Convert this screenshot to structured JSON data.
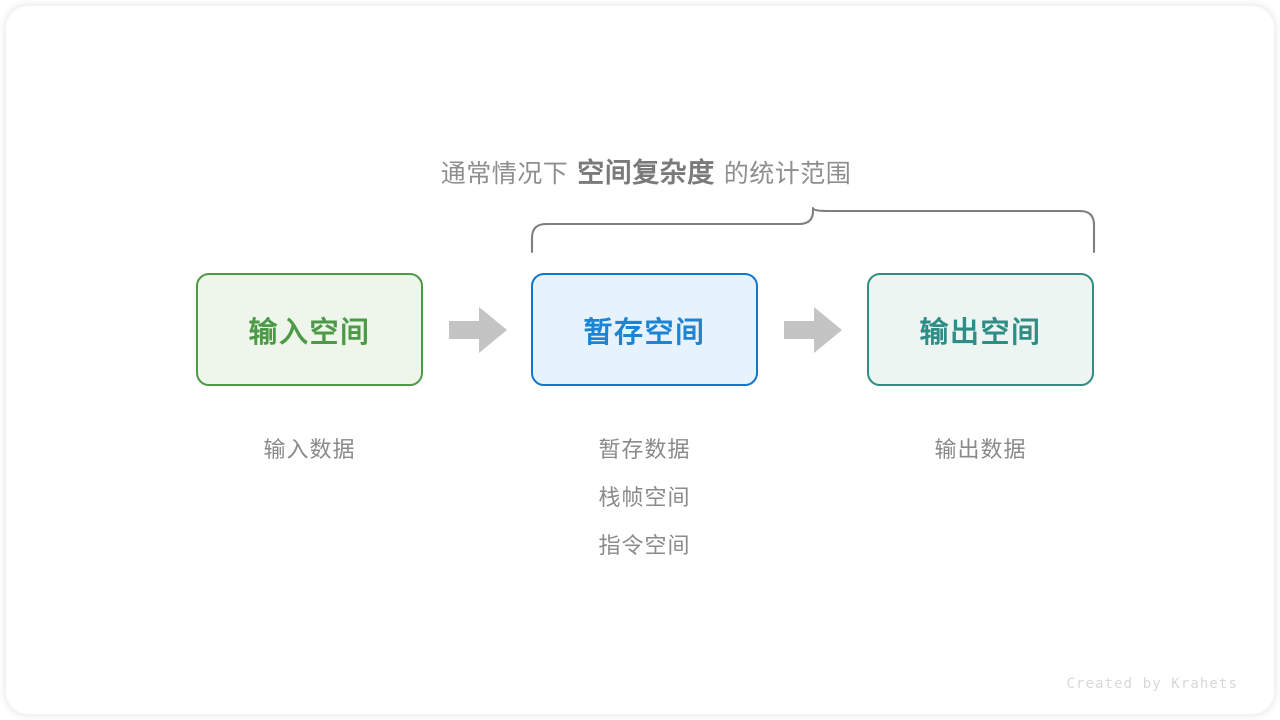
{
  "diagram": {
    "caption": {
      "prefix": "通常情况下",
      "emphasis": "空间复杂度",
      "suffix": "的统计范围"
    },
    "brace": {
      "name": "curly-brace",
      "spans_boxes": [
        "暂存空间",
        "输出空间"
      ],
      "color": "#7f7f7f"
    },
    "boxes": [
      {
        "title": "输入空间",
        "fill": "#eef6ec",
        "border": "#4d9a46",
        "text_color": "#4d9a46",
        "labels": [
          "输入数据"
        ]
      },
      {
        "title": "暂存空间",
        "fill": "#e6f3fc",
        "border": "#1177cd",
        "text_color": "#1d84d4",
        "labels": [
          "暂存数据",
          "栈帧空间",
          "指令空间"
        ]
      },
      {
        "title": "输出空间",
        "fill": "#edf5f3",
        "border": "#2f8d85",
        "text_color": "#2f8d85",
        "labels": [
          "输出数据"
        ]
      }
    ],
    "arrows": [
      {
        "name": "arrow-input-to-temp",
        "color": "#c4c4c4"
      },
      {
        "name": "arrow-temp-to-output",
        "color": "#c4c4c4"
      }
    ],
    "label_color": "#8a8a8a",
    "watermark": "Created by Krahets",
    "background": "#ffffff"
  }
}
